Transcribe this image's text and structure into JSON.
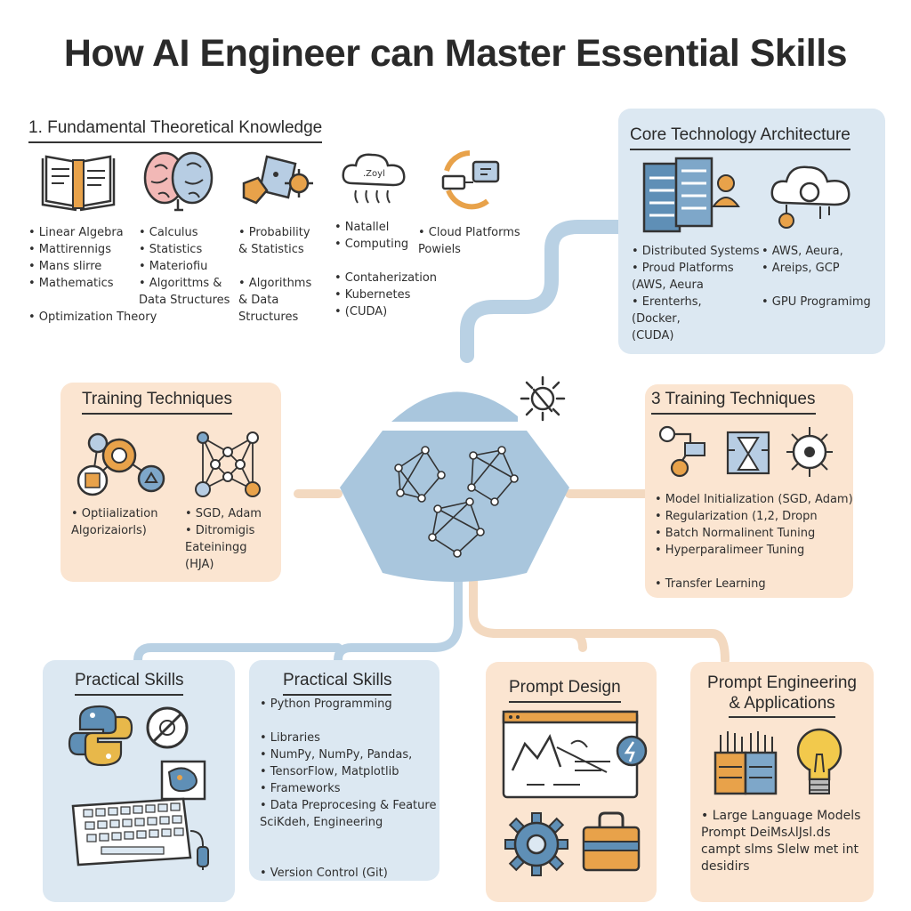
{
  "title": "How AI Engineer can Master Essential Skills",
  "fundamental": {
    "title": "1. Fundamental Theoretical Knowledge",
    "col1": [
      "• Linear Algebra",
      "• Mattirennigs",
      "• Mans slirre",
      "• Mathematics",
      "",
      "• Optimization Theory"
    ],
    "col2": [
      "• Calculus",
      "• Statistics",
      "• Materiofiu",
      "• Algorittms &",
      "   Data Structures"
    ],
    "col3": [
      "• Probability",
      "  & Statistics",
      "",
      "• Algorithms",
      "  & Data",
      "  Structures"
    ],
    "col4": [
      "• Natallel",
      "• Computing",
      "",
      "• Contaherization",
      "• Kubernetes",
      "• (CUDA)"
    ],
    "col5": [
      "• Cloud Platforms",
      "  Powiels"
    ]
  },
  "core": {
    "title": "Core Technology Architecture",
    "left": [
      "• Distributed Systems",
      "• Proud Platforms",
      "  (AWS, Aeura",
      "• Erenterhs,",
      "  (Docker,",
      "  (CUDA)"
    ],
    "right": [
      "• AWS, Aeura,",
      "• Areips, GCP",
      "",
      "• GPU Programimg"
    ]
  },
  "train_left": {
    "title": "Training Techniques",
    "col1": [
      "• Optiialization",
      "  Algorizaiorls)"
    ],
    "col2": [
      "• SGD, Adam",
      "• Ditromigis",
      "  Eateiningg",
      "  (HJA)"
    ]
  },
  "train_right": {
    "title": "3 Training Techniques",
    "items": [
      "• Model Initialization (SGD, Adam)",
      "• Regularization (1,2, Dropn",
      "• Batch Normalinent Tuning",
      "• Hyperparalimeer Tuning",
      "",
      "• Transfer Learning"
    ]
  },
  "practical_a": {
    "title": "Practical Skills"
  },
  "practical_b": {
    "title": "Practical Skills",
    "items": [
      "• Python Programming",
      "",
      "• Libraries",
      "• NumPy, NumPy, Pandas,",
      "• TensorFlow, Matplotlib",
      "• Frameworks",
      "• Data Preprocesing & Feature",
      "  SciKdeh, Engineering",
      "",
      "",
      "• Version Control (Git)"
    ]
  },
  "prompt_design": {
    "title": "Prompt Design"
  },
  "prompt_eng": {
    "title_line1": "Prompt Engineering",
    "title_line2": "& Applications",
    "items": [
      "• Large Language Models",
      "Prompt DeiMs⅄lJsl.ds",
      "campt slms Slelw met int",
      "desidirs"
    ]
  },
  "colors": {
    "blue_panel": "#dce8f2",
    "peach_panel": "#fbe5d1",
    "hub": "#a9c6dd",
    "line_blue": "#b9d1e4",
    "line_peach": "#f3d9c0",
    "accent_orange": "#e8a24a",
    "accent_blue": "#5f8fb6"
  },
  "icons": [
    "book-icon",
    "brain-icon",
    "dice-gear-icon",
    "cloud-rain-icon",
    "cycle-icon",
    "server-rack-icon",
    "cloud-gear-icon",
    "neural-net-icon",
    "graph-node-icon",
    "python-logo-icon",
    "no-bug-icon",
    "keyboard-icon",
    "monitor-chart-icon",
    "gear-icon",
    "briefcase-icon",
    "lightbulb-icon",
    "sun-icon",
    "gpu-chip-icon"
  ]
}
